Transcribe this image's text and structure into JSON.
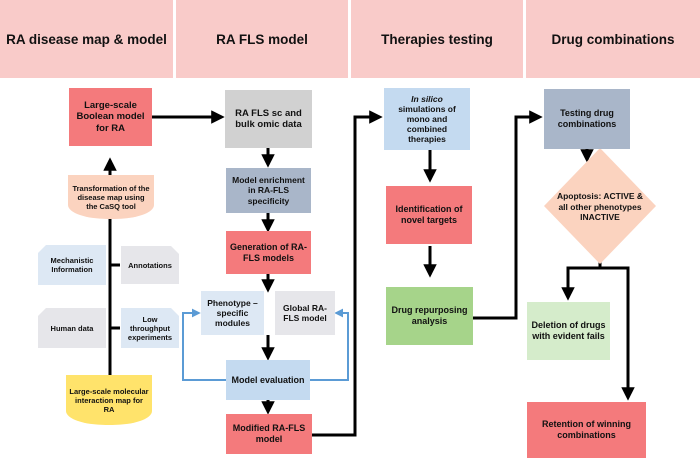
{
  "headers": {
    "col1": "RA disease map & model",
    "col2": "RA FLS model",
    "col3": "Therapies testing",
    "col4": "Drug combinations"
  },
  "col1": {
    "boolean_model": "Large-scale Boolean model for RA",
    "transformation": "Transformation of the disease map using the CaSQ tool",
    "mechanistic": "Mechanistic Information",
    "annotations": "Annotations",
    "human_data": "Human data",
    "low_throughput": "Low throughput experiments",
    "interaction_map": "Large-scale molecular interaction map for RA"
  },
  "col2": {
    "omic": "RA FLS sc and bulk omic data",
    "enrichment": "Model enrichment in RA-FLS specificity",
    "generation": "Generation of RA-FLS models",
    "phenotype": "Phenotype –specific modules",
    "global": "Global RA-FLS model",
    "evaluation": "Model evaluation",
    "modified": "Modified RA-FLS model"
  },
  "col3": {
    "insilico_em": "In silico",
    "insilico_rest": "simulations of mono and combined therapies",
    "targets": "Identification of novel targets",
    "repurposing": "Drug repurposing analysis"
  },
  "col4": {
    "testing": "Testing drug combinations",
    "apoptosis": "Apoptosis: ACTIVE & all other phenotypes INACTIVE",
    "deletion": "Deletion of drugs with evident fails",
    "retention": "Retention of winning combinations"
  },
  "colors": {
    "header": "#f9cbc9",
    "red": "#f47a7c",
    "feedback_line": "#5b9bd5",
    "diamond": "#fbd3bf"
  }
}
